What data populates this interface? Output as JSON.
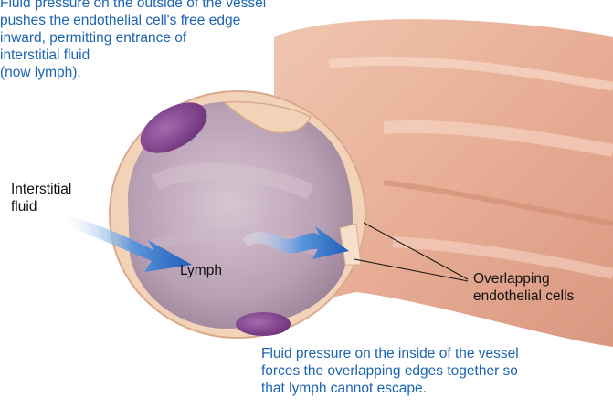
{
  "captions": {
    "outside_pressure": "Fluid pressure on the outside of the vessel\npushes the endothelial cell's free edge\ninward, permitting entrance of\ninterstitial fluid\n(now lymph).",
    "inside_pressure": "Fluid pressure on the inside of the vessel\nforces the overlapping edges together so\nthat lymph cannot escape."
  },
  "labels": {
    "interstitial_fluid": "Interstitial\nfluid",
    "lymph": "Lymph",
    "overlapping_cells": "Overlapping\nendothelial cells"
  },
  "colors": {
    "caption_text": "#1c64b4",
    "vessel_outer": "#e6a88f",
    "vessel_wall": "#f3d3b7",
    "lumen": "#b9a3b6",
    "nucleus": "#7a3f86",
    "arrow": "#2a6cc4"
  }
}
